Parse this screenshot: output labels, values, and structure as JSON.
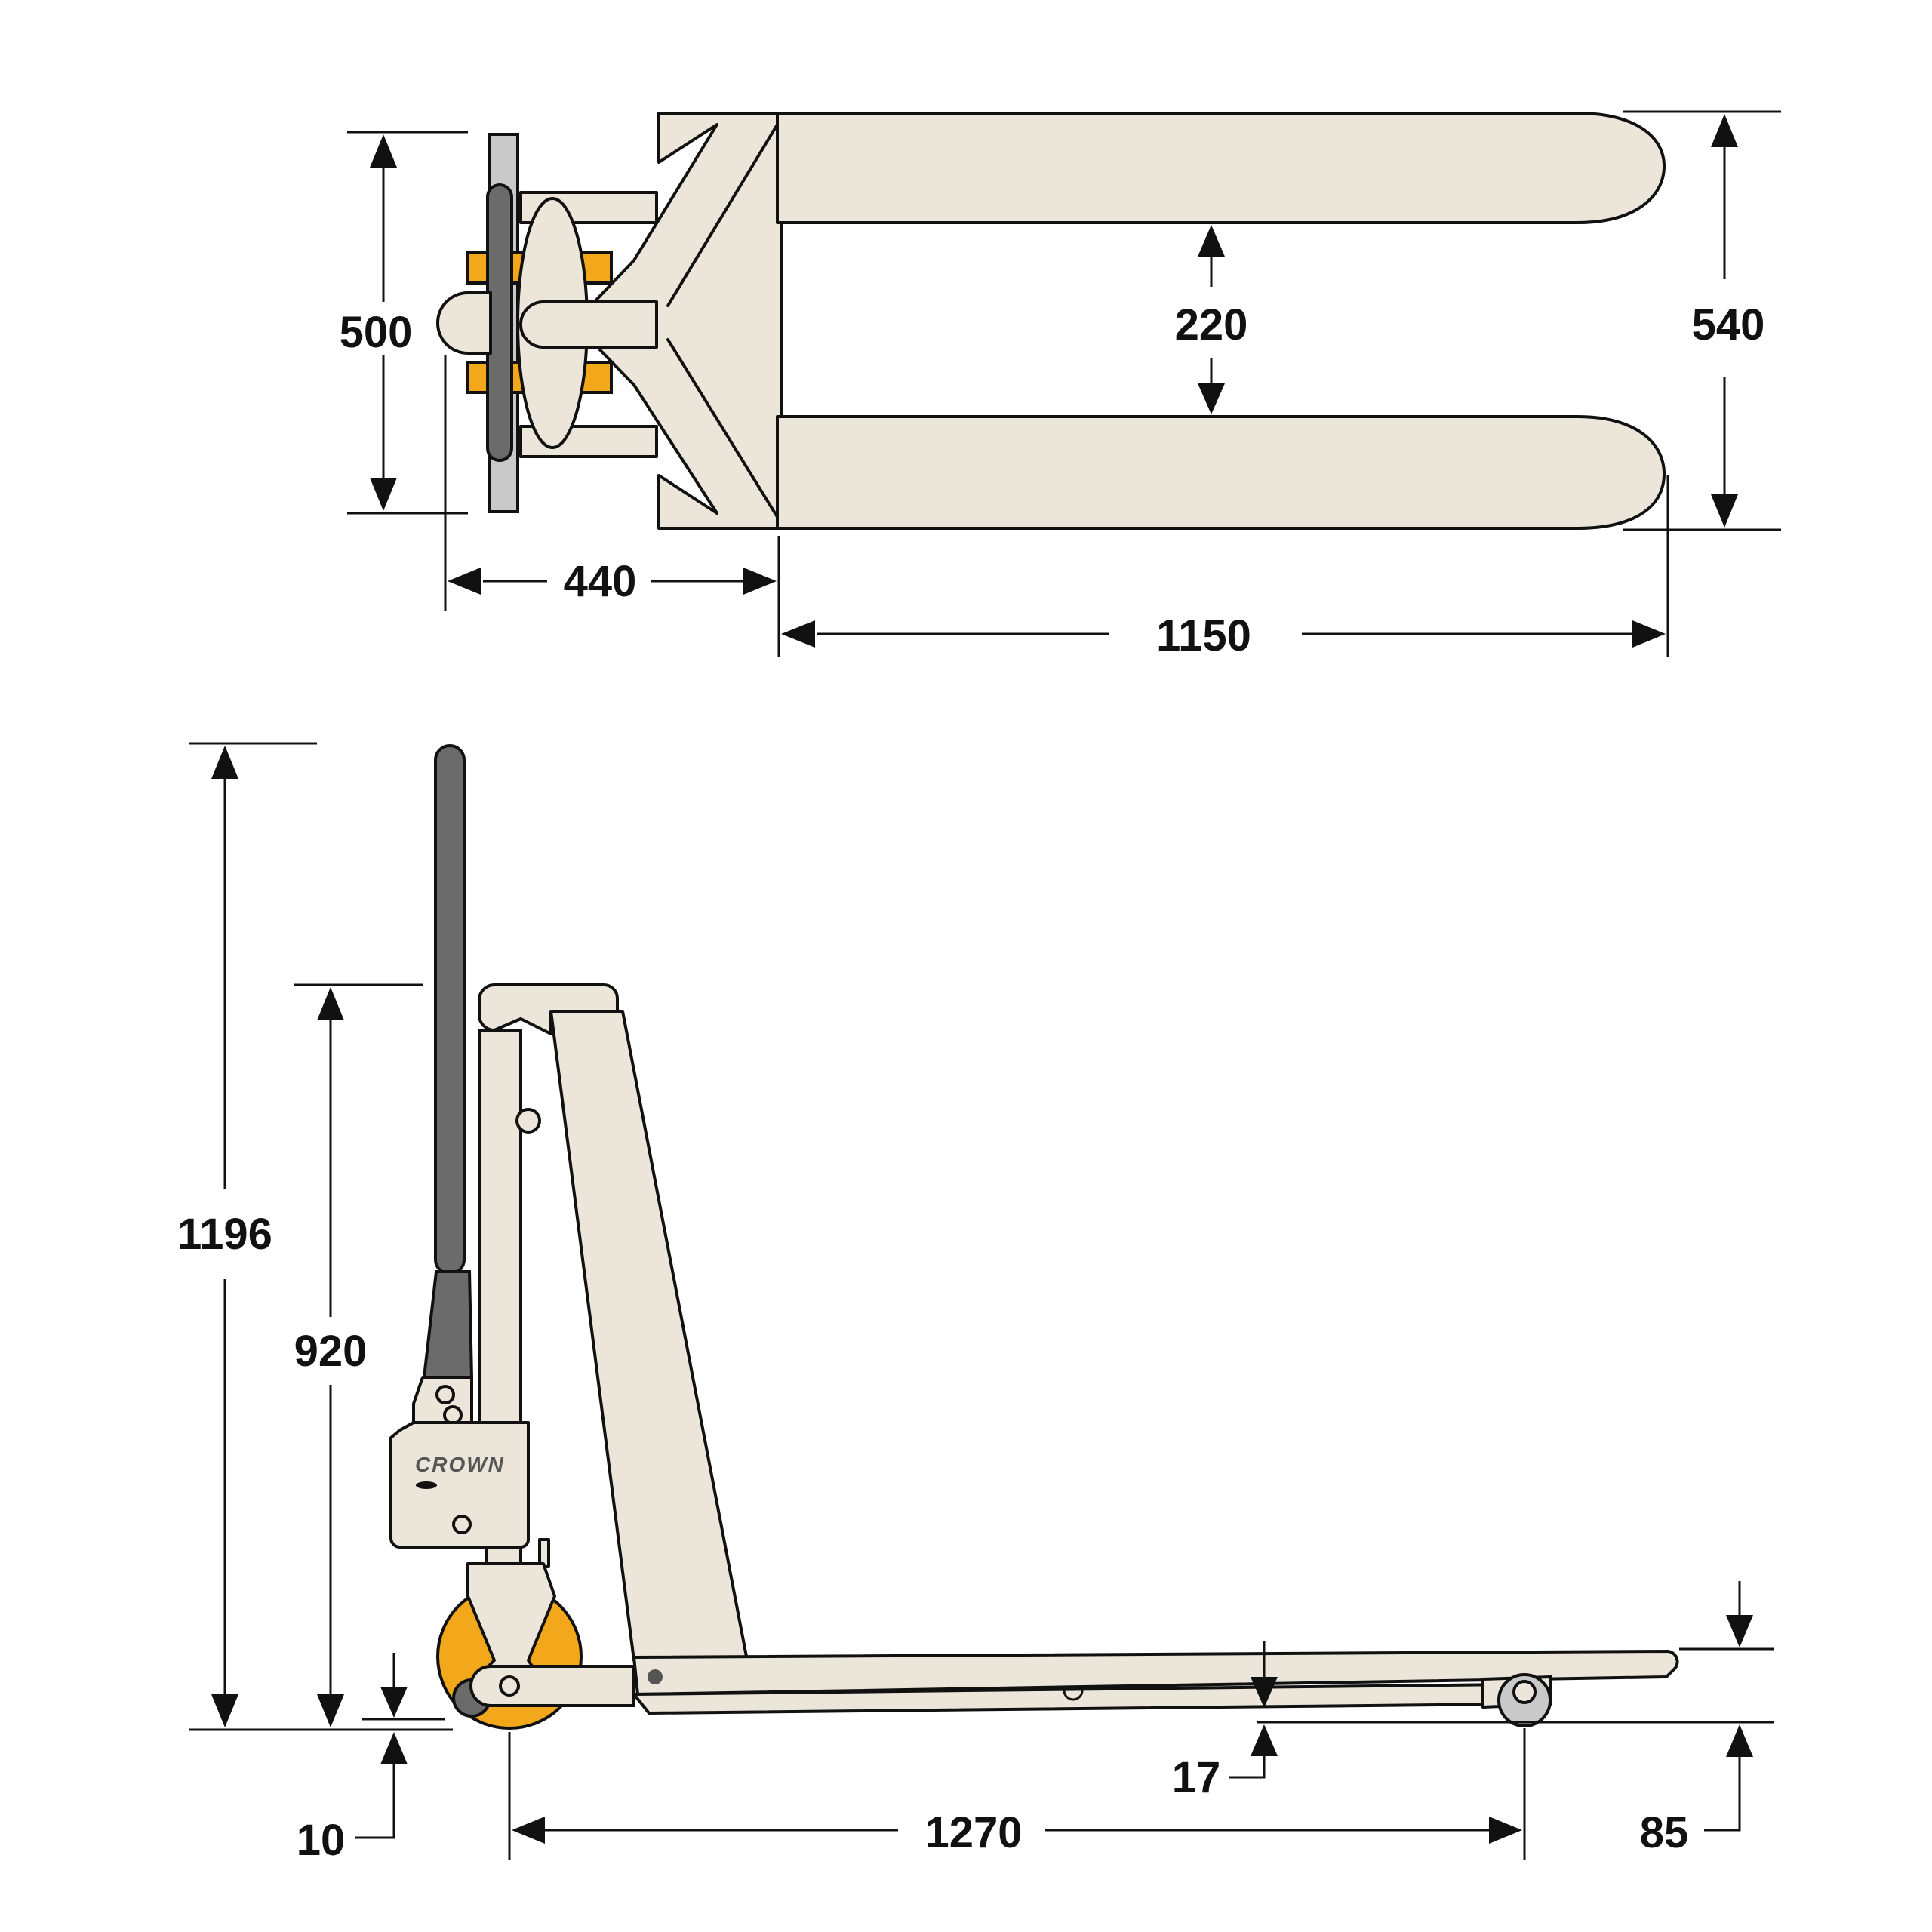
{
  "brand": {
    "logo": "CROWN"
  },
  "dimensions": {
    "top_view": {
      "frame_width": "500",
      "fork_gap": "220",
      "overall_width": "540",
      "head_length": "440",
      "fork_length": "1150"
    },
    "side_view": {
      "handle_height": "1196",
      "frame_height": "920",
      "ground_clearance": "10",
      "lowered_fork_height": "17",
      "wheelbase": "1270",
      "raised_fork_height": "85"
    }
  },
  "colors": {
    "body": "#ece6da",
    "handle": "#6b6b6b",
    "wheel": "#f3a81c",
    "outline": "#111111"
  }
}
